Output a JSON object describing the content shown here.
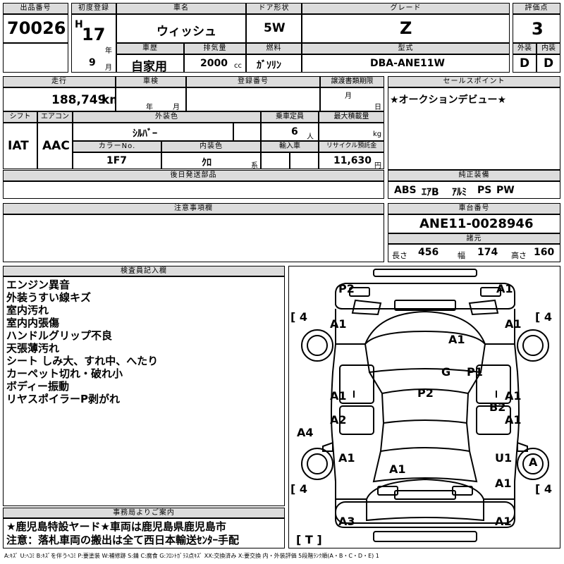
{
  "header": {
    "lot_label": "出品番号",
    "lot_number": "70026",
    "first_reg_label": "初度登録",
    "era": "H",
    "year": "17",
    "year_unit": "年",
    "month": "9",
    "month_unit": "月",
    "car_name_label": "車名",
    "car_name": "ウィッシュ",
    "history_label": "車歴",
    "history": "自家用",
    "displacement_label": "排気量",
    "displacement": "2000",
    "displacement_unit": "cc",
    "door_label": "ドア形状",
    "door": "5W",
    "fuel_label": "燃料",
    "fuel": "ｶﾞｿﾘﾝ",
    "grade_label": "グレード",
    "grade": "Z",
    "model_label": "型式",
    "model": "DBA-ANE11W",
    "score_label": "評価点",
    "score": "3",
    "exterior_label": "外装",
    "exterior": "D",
    "interior_label": "内装",
    "interior": "D"
  },
  "row2": {
    "mileage_label": "走行",
    "mileage": "188,749",
    "mileage_unit": "km",
    "inspection_label": "車検",
    "year_unit": "年",
    "month_unit": "月",
    "registration_label": "登録番号",
    "transfer_label": "譲渡書類期限",
    "transfer_month": "月",
    "transfer_day": "日",
    "shift_label": "シフト",
    "shift": "IAT",
    "ac_label": "エアコン",
    "ac": "AAC",
    "ext_color_label": "外装色",
    "ext_color": "ｼﾙﾊﾞｰ",
    "capacity_label": "乗車定員",
    "capacity": "6",
    "capacity_unit": "人",
    "load_label": "最大積載量",
    "load_unit": "kg",
    "color_no_label": "カラーNo.",
    "color_no": "1F7",
    "int_color_label": "内装色",
    "int_color": "ｸﾛ",
    "int_color_unit": "系",
    "import_label": "輸入車",
    "recycle_label": "リサイクル預託金",
    "recycle": "11,630",
    "recycle_unit": "円",
    "later_parts_label": "後日発送部品"
  },
  "sales": {
    "label": "セールスポイント",
    "text": "★オークションデビュー★"
  },
  "equipment": {
    "label": "純正装備",
    "items": [
      "ABS",
      "ｴｱB",
      "ｱﾙﾐ",
      "PS",
      "PW"
    ]
  },
  "notes": {
    "label": "注意事項欄"
  },
  "chassis": {
    "label": "車台番号",
    "number": "ANE11-0028946",
    "specs_label": "諸元",
    "length_label": "長さ",
    "length": "456",
    "width_label": "幅",
    "width": "174",
    "height_label": "高さ",
    "height": "160"
  },
  "inspector": {
    "label": "検査員記入欄",
    "lines": [
      "エンジン異音",
      "外装うすい線キズ",
      "室内汚れ",
      "室内内張傷",
      "ハンドルグリップ不良",
      "天張薄汚れ",
      "シート しみ大、すれ中、へたり",
      "カーペット切れ・破れ小",
      "ボディー振動",
      "リヤスポイラーP剥がれ"
    ]
  },
  "office": {
    "label": "事務局よりご案内",
    "lines": [
      "★鹿児島特設ヤード★車両は鹿児島県鹿児島市",
      "注意：落札車両の搬出は全て西日本輸送ｾﾝﾀｰ手配"
    ]
  },
  "diagram": {
    "marks": [
      "P2",
      "A1",
      "A1",
      "A1",
      "A1",
      "G",
      "P1",
      "P2",
      "A1",
      "A1",
      "A2",
      "A1",
      "B2",
      "A4",
      "A1",
      "A1",
      "U1",
      "A",
      "A1",
      "A3",
      "A1"
    ],
    "tires": [
      "4",
      "4",
      "4",
      "4",
      "T"
    ]
  },
  "legend": "A:ｷｽﾞ U:ﾍｺﾐ B:ｷｽﾞを伴うﾍｺﾐ P:要塗装 W:補修跡 S:錆 C:腐食 G:ﾌﾛﾝﾄｶﾞﾗｽ点ｷｽﾞ XX:交換済み X:要交換 内・外装評価 5段階ﾗﾝｸ順(A・B・C・D・E) 1"
}
